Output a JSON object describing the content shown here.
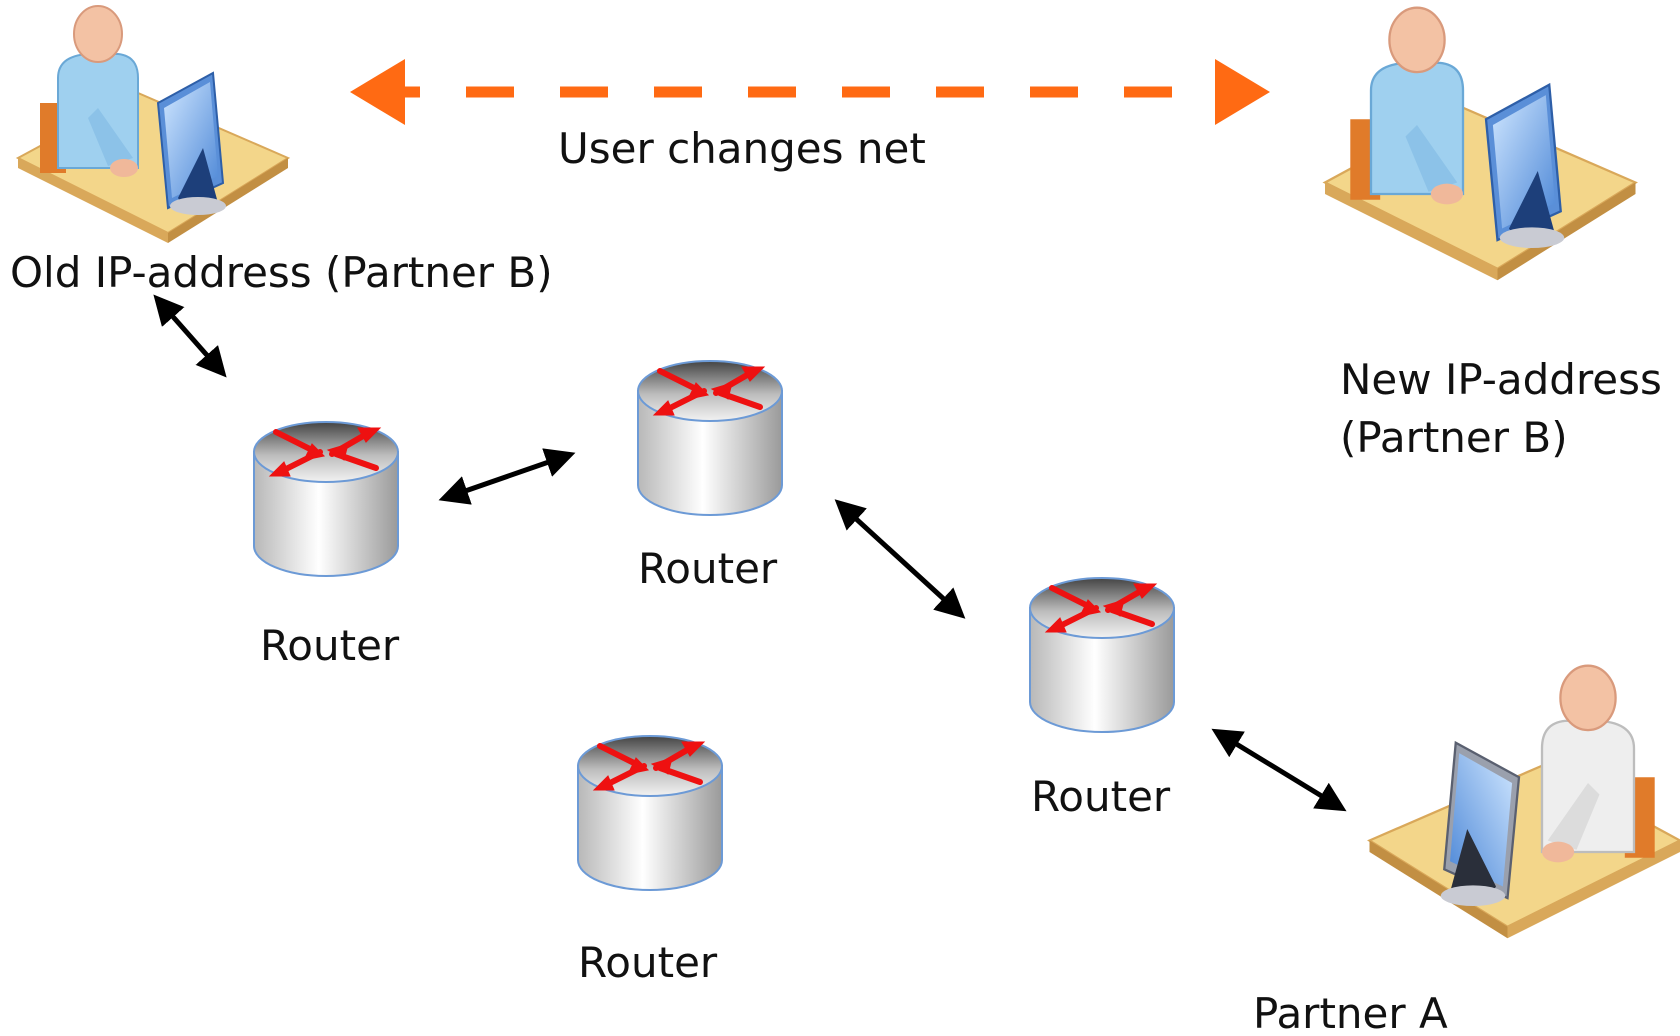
{
  "diagram": {
    "title_arrow_label": "User changes net",
    "nodes": {
      "old_user_label": "Old IP-address (Partner B)",
      "new_user_label_line1": "New IP-address",
      "new_user_label_line2": "(Partner B)",
      "partner_a_label": "Partner A",
      "router_1_label": "Router",
      "router_2_label": "Router",
      "router_3_label": "Router",
      "router_4_label": "Router"
    },
    "icons": {
      "user": "user-at-workstation-icon",
      "router": "router-icon"
    },
    "colors": {
      "dashed_arrow": "#ff6a13",
      "connection_arrow": "#000000",
      "router_arrows": "#ee1111",
      "user_shirt_blue": "#9fd0ef",
      "user_shirt_white": "#eeeeee",
      "desk": "#f3d68a",
      "monitor": "#5a8fd8"
    }
  }
}
